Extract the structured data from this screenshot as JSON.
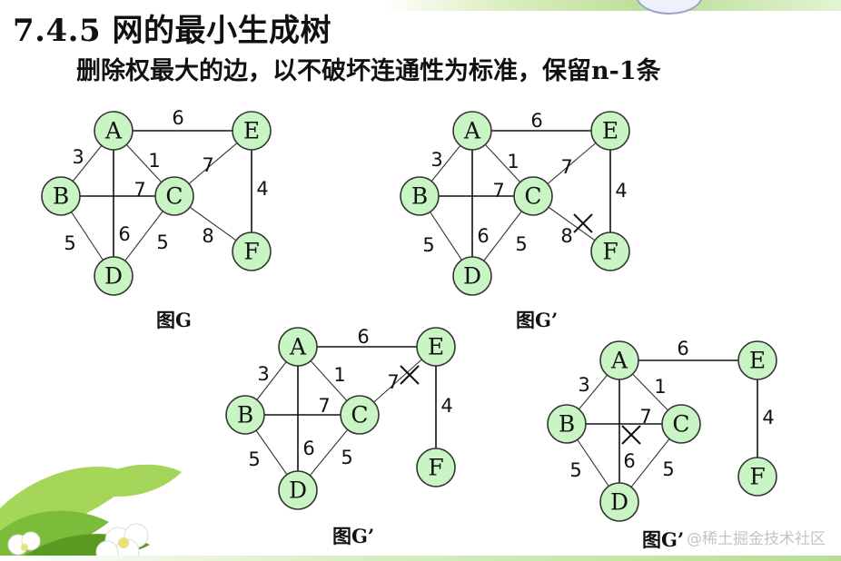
{
  "header": {
    "title": "7.4.5 网的最小生成树",
    "subtitle": "删除权最大的边，以不破坏连通性为标准，保留n-1条"
  },
  "diagrams": [
    {
      "caption": "图G",
      "nodes": [
        "A",
        "E",
        "B",
        "C",
        "D",
        "F"
      ],
      "weights": [
        "6",
        "3",
        "1",
        "7",
        "7",
        "4",
        "5",
        "6",
        "5",
        "8"
      ]
    },
    {
      "caption": "图G’",
      "nodes": [
        "A",
        "E",
        "B",
        "C",
        "D",
        "F"
      ],
      "weights": [
        "6",
        "3",
        "1",
        "7",
        "7",
        "4",
        "5",
        "6",
        "5",
        "8"
      ],
      "deleted_edge": "C-F"
    },
    {
      "caption": "图G’",
      "nodes": [
        "A",
        "E",
        "B",
        "C",
        "D",
        "F"
      ],
      "weights": [
        "6",
        "3",
        "1",
        "7",
        "7",
        "4",
        "5",
        "6",
        "5"
      ],
      "deleted_edge": "C-E"
    },
    {
      "caption": "图G’",
      "nodes": [
        "A",
        "E",
        "B",
        "C",
        "D",
        "F"
      ],
      "weights": [
        "6",
        "3",
        "1",
        "7",
        "4",
        "5",
        "6",
        "5"
      ],
      "deleted_edge": "B-C"
    }
  ],
  "watermark": "@稀土掘金技术社区"
}
